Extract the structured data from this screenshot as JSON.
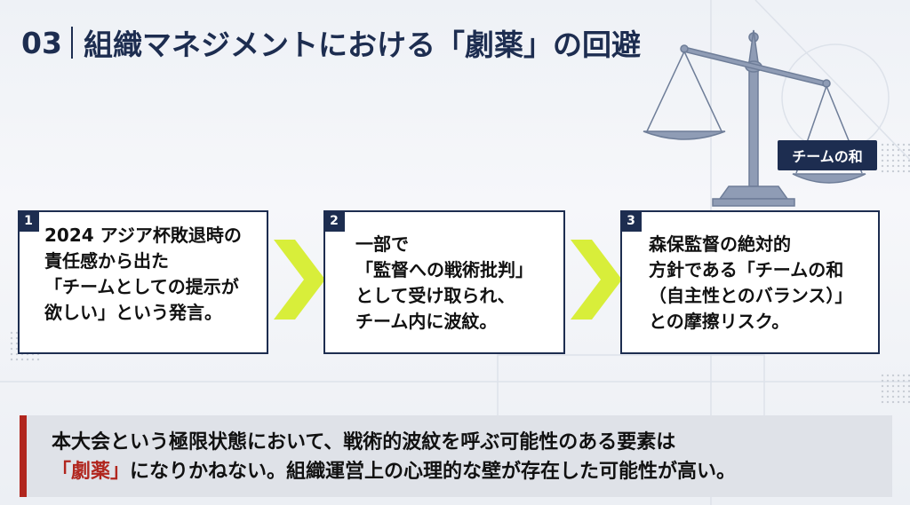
{
  "title": {
    "number": "03",
    "text": "組織マネジメントにおける「劇薬」の回避"
  },
  "badge": {
    "label": "チームの和"
  },
  "cards": [
    {
      "num": "1",
      "lines": [
        "2024 アジア杯敗退時の",
        "責任感から出た",
        "「チームとしての提示が",
        "欲しい」という発言。"
      ]
    },
    {
      "num": "2",
      "lines": [
        "一部で",
        "「監督への戦術批判」",
        "として受け取られ、",
        "チーム内に波紋。"
      ]
    },
    {
      "num": "3",
      "lines": [
        "森保監督の絶対的",
        "方針である「チームの和",
        "（自主性とのバランス）」",
        "との摩擦リスク。"
      ]
    }
  ],
  "conclusion": {
    "line1": "本大会という極限状態において、戦術的波紋を呼ぶ可能性のある要素は",
    "line2_highlight": "「劇薬」",
    "line2_rest": "になりかねない。組織運営上の心理的な壁が存在した可能性が高い。"
  },
  "colors": {
    "navy": "#1d2d50",
    "accent_red": "#b1261e",
    "chevron_yellow": "#d8ee3a"
  },
  "icons": {
    "scale": "balance-scale-icon",
    "arrow": "chevron-right-icon"
  }
}
